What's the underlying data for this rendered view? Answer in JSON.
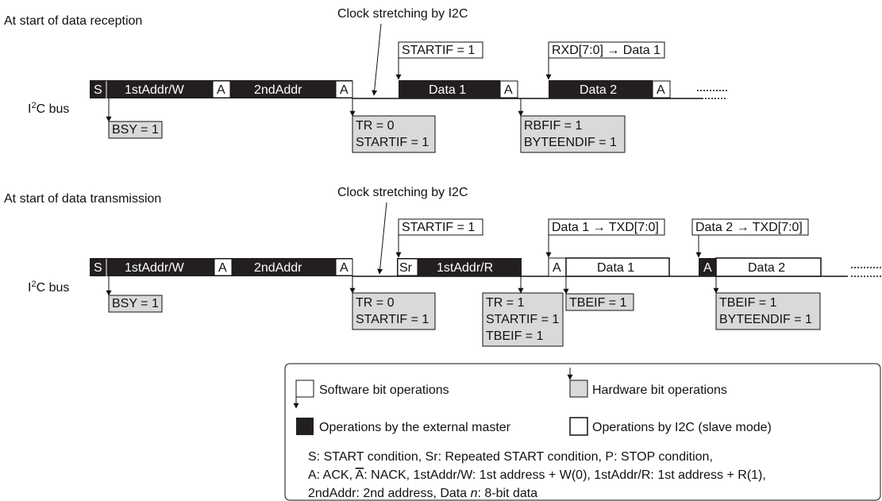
{
  "reception": {
    "heading": "At start of data reception",
    "clock_label": "Clock stretching by I2C",
    "bus_label": "I2C bus",
    "bus_label_main": "I",
    "bus_label_sup": "2",
    "bus_label_rest": "C bus",
    "segments": {
      "s": "S",
      "addr_w": "1stAddr/W",
      "a1": "A",
      "addr2": "2ndAddr",
      "a2": "A",
      "data1": "Data 1",
      "a3": "A",
      "data2": "Data 2",
      "a4": "A"
    },
    "sw_labels": {
      "startif": "STARTIF = 1",
      "rxd": "RXD[7:0] → Data 1"
    },
    "hw_labels": {
      "bsy": "BSY = 1",
      "tr_0": "TR = 0",
      "startif": "STARTIF = 1",
      "rbfif": "RBFIF = 1",
      "byteendif": "BYTEENDIF = 1"
    }
  },
  "transmission": {
    "heading": "At start of data transmission",
    "clock_label": "Clock stretching by I2C",
    "bus_label": "I2C bus",
    "segments": {
      "s": "S",
      "addr_w": "1stAddr/W",
      "a1": "A",
      "addr2": "2ndAddr",
      "a2": "A",
      "sr": "Sr",
      "addr_r": "1stAddr/R",
      "a3": "A",
      "data1": "Data 1",
      "a4": "A",
      "data2": "Data 2"
    },
    "sw_labels": {
      "startif": "STARTIF = 1",
      "txd1": "Data 1 → TXD[7:0]",
      "txd2": "Data 2 → TXD[7:0]"
    },
    "hw_labels": {
      "bsy": "BSY = 1",
      "tr_0": "TR = 0",
      "startif_a": "STARTIF = 1",
      "tr_1": "TR = 1",
      "startif_b": "STARTIF = 1",
      "tbeif_b": "TBEIF = 1",
      "tbeif_c": "TBEIF = 1",
      "tbeif_d": "TBEIF = 1",
      "byteendif": "BYTEENDIF = 1"
    }
  },
  "legend": {
    "software": "Software bit operations",
    "hardware": "Hardware bit operations",
    "external_master": "Operations by the external master",
    "slave": "Operations by I2C (slave mode)",
    "line1": "S: START condition,  Sr: Repeated START condition,  P: STOP condition,",
    "line2_a": "A: ACK,  ",
    "line2_abar": "A",
    "line2_b": ": NACK,  1stAddr/W: 1st address + W(0),  1stAddr/R: 1st address + R(1),",
    "line3_a": "2ndAddr: 2nd address,  Data ",
    "line3_n": "n",
    "line3_b": ": 8-bit data"
  },
  "colors": {
    "master_fill": "#231f20",
    "hw_fill": "#d9d9d9",
    "line": "#111111"
  }
}
